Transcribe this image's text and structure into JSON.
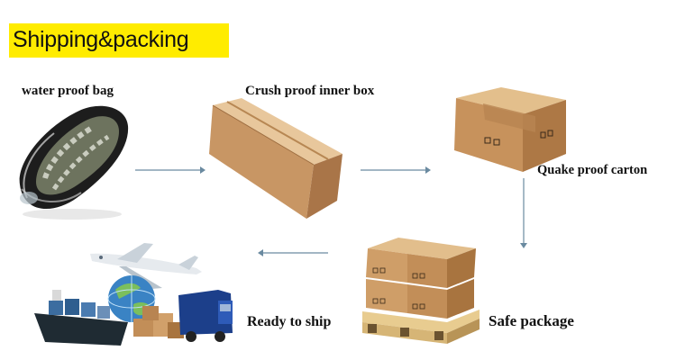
{
  "title": "Shipping&packing",
  "steps": {
    "bag": "water proof bag",
    "inner_box": "Crush proof inner box",
    "carton": "Quake proof carton",
    "safe": "Safe package",
    "ready": "Ready to ship"
  }
}
